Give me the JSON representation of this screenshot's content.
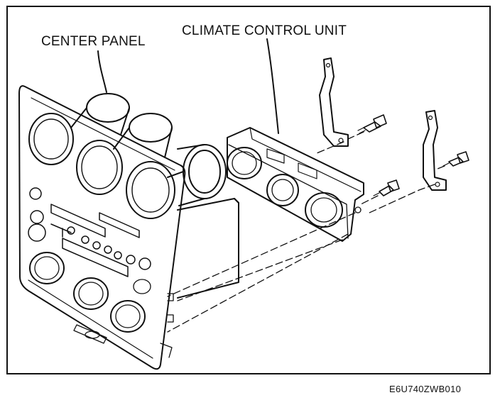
{
  "labels": {
    "center_panel": "CENTER PANEL",
    "climate_control_unit": "CLIMATE CONTROL UNIT"
  },
  "figure_code": "E6U740ZWB010",
  "parts": {
    "screw_icon": "screw-icon",
    "bracket_icon": "bracket-icon"
  }
}
